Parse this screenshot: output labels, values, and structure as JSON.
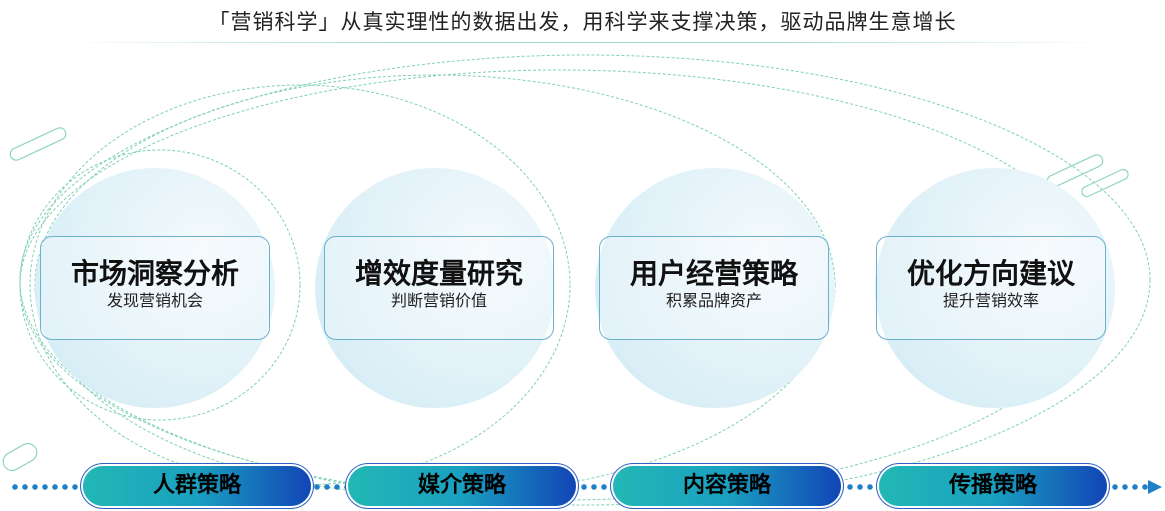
{
  "title": "「营销科学」从真实理性的数据出发，用科学来支撑决策，驱动品牌生意增长",
  "modules": [
    {
      "heading": "市场洞察分析",
      "sub": "发现营销机会"
    },
    {
      "heading": "增效度量研究",
      "sub": "判断营销价值"
    },
    {
      "heading": "用户经营策略",
      "sub": "积累品牌资产"
    },
    {
      "heading": "优化方向建议",
      "sub": "提升营销效率"
    }
  ],
  "strategies": [
    "人群策略",
    "媒介策略",
    "内容策略",
    "传播策略"
  ],
  "colors": {
    "accent_teal": "#22b8b5",
    "accent_blue": "#1245b6",
    "dots": "#1f7fc7"
  }
}
